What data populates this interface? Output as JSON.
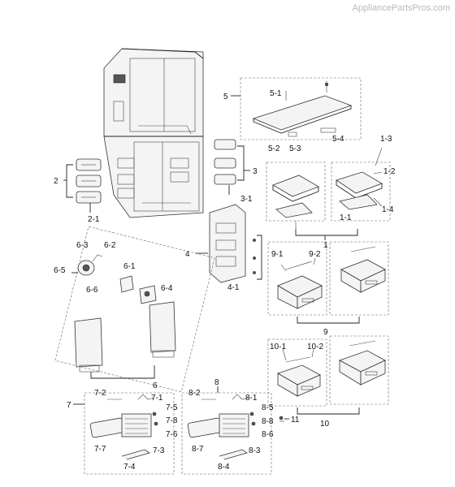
{
  "watermark": "AppliancePartsPros.com",
  "labels": {
    "l2": "2",
    "l2_1": "2-1",
    "l3": "3",
    "l3_1": "3-1",
    "l4": "4",
    "l4_1": "4-1",
    "l5": "5",
    "l5_1": "5-1",
    "l5_2": "5-2",
    "l5_3": "5-3",
    "l5_4": "5-4",
    "l1": "1",
    "l1_1": "1-1",
    "l1_2": "1-2",
    "l1_3": "1-3",
    "l1_4": "1-4",
    "l6": "6",
    "l6_1": "6-1",
    "l6_2": "6-2",
    "l6_3": "6-3",
    "l6_4": "6-4",
    "l6_5": "6-5",
    "l6_6": "6-6",
    "l9": "9",
    "l9_1": "9-1",
    "l9_2": "9-2",
    "l10": "10",
    "l10_1": "10-1",
    "l10_2": "10-2",
    "l11": "11",
    "l7": "7",
    "l7_1": "7-1",
    "l7_2": "7-2",
    "l7_3": "7-3",
    "l7_4": "7-4",
    "l7_5": "7-5",
    "l7_6": "7-6",
    "l7_7": "7-7",
    "l7_8": "7-8",
    "l8": "8",
    "l8_1": "8-1",
    "l8_2": "8-2",
    "l8_3": "8-3",
    "l8_4": "8-4",
    "l8_5": "8-5",
    "l8_6": "8-6",
    "l8_7": "8-7",
    "l8_8": "8-8"
  }
}
